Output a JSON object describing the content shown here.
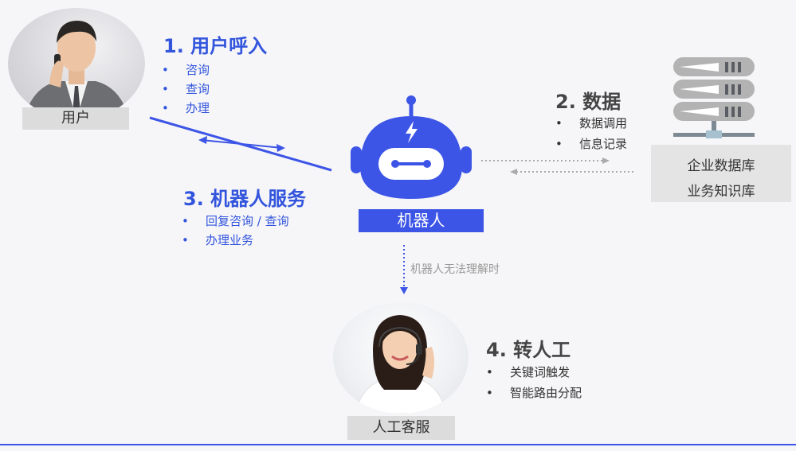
{
  "user": {
    "label": "用户",
    "heading": "1. 用户呼入",
    "items": [
      "咨询",
      "查询",
      "办理"
    ]
  },
  "data_section": {
    "heading": "2. 数据",
    "items": [
      "数据调用",
      "信息记录"
    ],
    "db_lines": [
      "企业数据库",
      "业务知识库"
    ]
  },
  "robot": {
    "label": "机器人",
    "heading": "3. 机器人服务",
    "items": [
      "回复咨询 / 查询",
      "办理业务"
    ]
  },
  "fallback_note": "机器人无法理解时",
  "agent": {
    "label": "人工客服",
    "heading": "4. 转人工",
    "items": [
      "关键词触发",
      "智能路由分配"
    ]
  },
  "colors": {
    "accent": "#3c55e6",
    "panel": "#dcdcdc",
    "background": "#f6f6f8"
  },
  "icons": [
    "robot-icon",
    "server-rack-icon",
    "user-photo",
    "agent-photo"
  ]
}
